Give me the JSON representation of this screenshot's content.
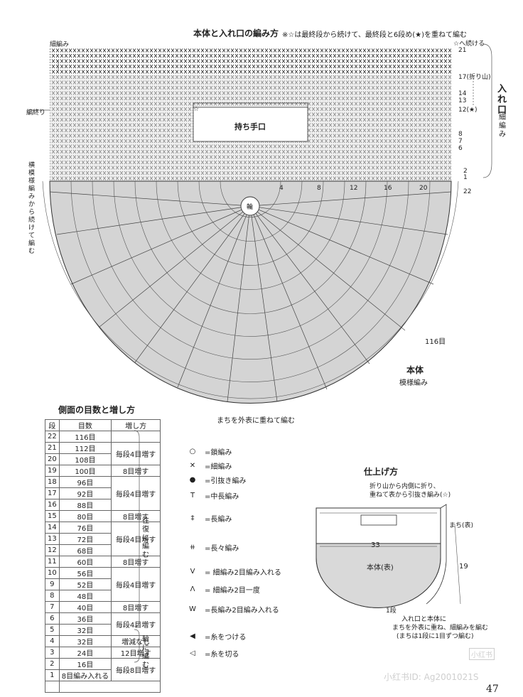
{
  "main_title": "本体と入れ口の編み方",
  "main_note": "※☆は最終段から続けて、最終段と6段め(★)を重ねて編む",
  "labels": {
    "saihosomi_top": "細編み",
    "amiowari": "編終り",
    "yokomoyo": "横模様編みから続けて編む",
    "handle": "持ち手口",
    "wa": "輪",
    "star_continue": "☆へ続ける",
    "iriguchi": "入れ口",
    "saihosomi_right": "細編み",
    "body_count": "116目",
    "hontai": "本体",
    "moyo": "模様編み",
    "machi": "まちを外表に重ねて編む"
  },
  "row_marks": [
    "21",
    "17(折り山)",
    "14",
    "13",
    "12(★)",
    "8",
    "7",
    "6",
    "2",
    "1",
    "22"
  ],
  "inner_marks": [
    "4",
    "8",
    "12",
    "16",
    "20"
  ],
  "side_table": {
    "title": "側面の目数と増し方",
    "headers": [
      "段",
      "目数",
      "増し方"
    ],
    "rows": [
      [
        "22",
        "116目"
      ],
      [
        "21",
        "112目"
      ],
      [
        "20",
        "108目"
      ],
      [
        "19",
        "100目"
      ],
      [
        "18",
        "96目"
      ],
      [
        "17",
        "92目"
      ],
      [
        "16",
        "88目"
      ],
      [
        "15",
        "80目"
      ],
      [
        "14",
        "76目"
      ],
      [
        "13",
        "72目"
      ],
      [
        "12",
        "68目"
      ],
      [
        "11",
        "60目"
      ],
      [
        "10",
        "56目"
      ],
      [
        "9",
        "52目"
      ],
      [
        "8",
        "48目"
      ],
      [
        "7",
        "40目"
      ],
      [
        "6",
        "36目"
      ],
      [
        "5",
        "32目"
      ],
      [
        "4",
        "32目"
      ],
      [
        "3",
        "24目"
      ],
      [
        "2",
        "16目"
      ],
      [
        "1",
        "8目編み入れる"
      ]
    ],
    "methods": [
      "毎段4目増す",
      "8目増す",
      "毎段4目増す",
      "8目増す",
      "毎段4目増す",
      "8目増す",
      "毎段4目増す",
      "8目増す",
      "毎段4目増す",
      "増減なし",
      "12目増す",
      "毎段8目増す"
    ],
    "side1": "往復に編む",
    "side2": "輪に編む"
  },
  "legend": [
    {
      "sym": "○",
      "text": "=鎖編み"
    },
    {
      "sym": "✕",
      "text": "=細編み"
    },
    {
      "sym": "●",
      "text": "=引抜き編み"
    },
    {
      "sym": "T",
      "text": "=中長編み"
    },
    {
      "sym": "‡",
      "text": "=長編み"
    },
    {
      "sym": "⧺",
      "text": "=長々編み"
    },
    {
      "sym": "V",
      "text": "= 細編み2目編み入れる"
    },
    {
      "sym": "Λ",
      "text": "= 細編み2目一度"
    },
    {
      "sym": "W",
      "text": "=長編み2目編み入れる"
    },
    {
      "sym": "◀",
      "text": "=糸をつける"
    },
    {
      "sym": "◁",
      "text": "=糸を切る"
    }
  ],
  "finish": {
    "title": "仕上げ方",
    "note1": "折り山から内側に折り、",
    "note2": "重ねて表から引抜き編み(☆)",
    "machi_label": "まち(表)",
    "width": "33",
    "body_label": "本体(表)",
    "height": "19",
    "row1": "1段",
    "bottom1": "入れ口と本体に",
    "bottom2": "まちを外表に重ね、細編みを編む",
    "bottom3": "(まちは1段に1目ずつ編む)"
  },
  "watermark_badge": "小红书",
  "watermark": "小红书ID: Ag2001021S",
  "page_number": "47"
}
